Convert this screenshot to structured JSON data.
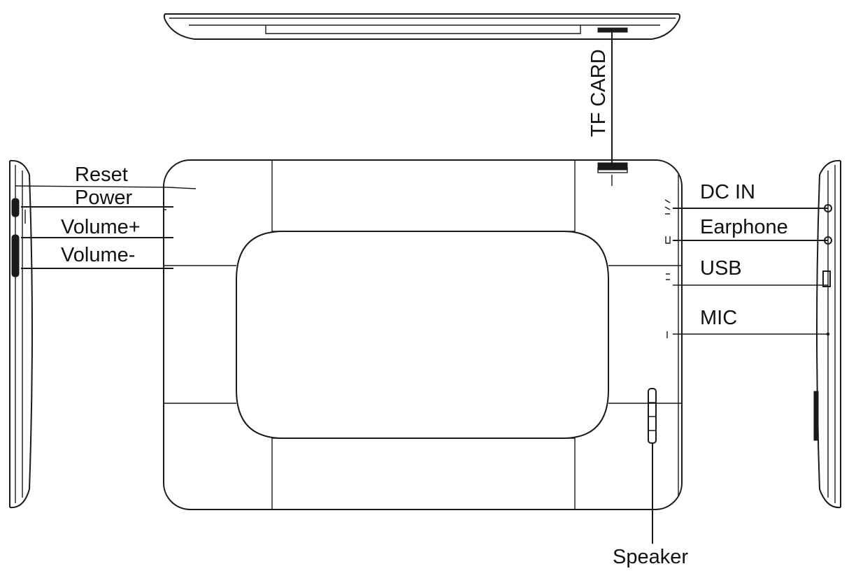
{
  "labels": {
    "tf_card": "TF CARD",
    "reset": "Reset",
    "power": "Power",
    "volume_plus": "Volume+",
    "volume_minus": "Volume-",
    "dc_in": "DC IN",
    "earphone": "Earphone",
    "usb": "USB",
    "mic": "MIC",
    "speaker": "Speaker"
  },
  "colors": {
    "line": "#1a1a1a",
    "background": "#ffffff"
  }
}
